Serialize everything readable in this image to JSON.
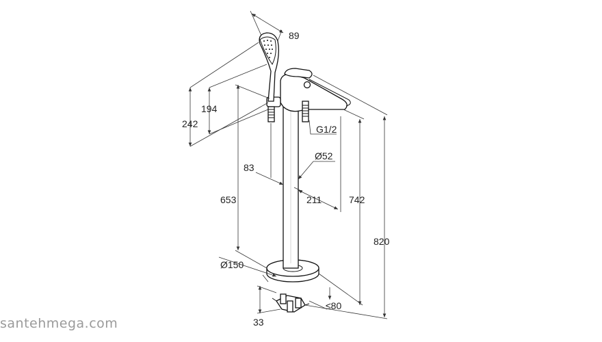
{
  "dimensions": {
    "d89": "89",
    "d194": "194",
    "d242": "242",
    "g12": "G1/2",
    "d52": "Ø52",
    "d83": "83",
    "d211": "211",
    "d653": "653",
    "d742": "742",
    "d820": "820",
    "d150": "Ø150",
    "d80": "≤80",
    "d33": "33"
  },
  "watermark": "santehmega.com"
}
